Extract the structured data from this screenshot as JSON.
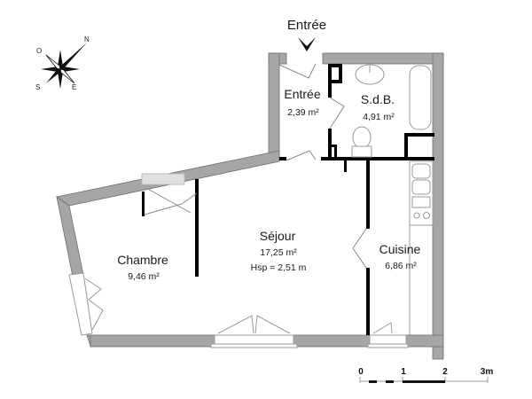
{
  "entrance": {
    "label": "Entrée",
    "icon": "arrow-down-icon"
  },
  "compass": {
    "north": "N",
    "south": "S",
    "east": "E",
    "west": "O",
    "icon": "compass-rose-icon"
  },
  "rooms": {
    "entree": {
      "name": "Entrée",
      "area": "2,39 m²"
    },
    "sdb": {
      "name": "S.d.B.",
      "area": "4,91 m²"
    },
    "sejour": {
      "name": "Séjour",
      "area": "17,25 m²",
      "height": "Hsp = 2,51 m"
    },
    "chambre": {
      "name": "Chambre",
      "area": "9,46 m²"
    },
    "cuisine": {
      "name": "Cuisine",
      "area": "6,86 m²"
    }
  },
  "scale": {
    "ticks": [
      "0",
      "1",
      "2",
      "3m"
    ]
  },
  "colors": {
    "wall": "#a6a6a6",
    "wall_outline": "#6e6e6e",
    "partition": "#000000",
    "fixture": "#9a9a9a"
  }
}
